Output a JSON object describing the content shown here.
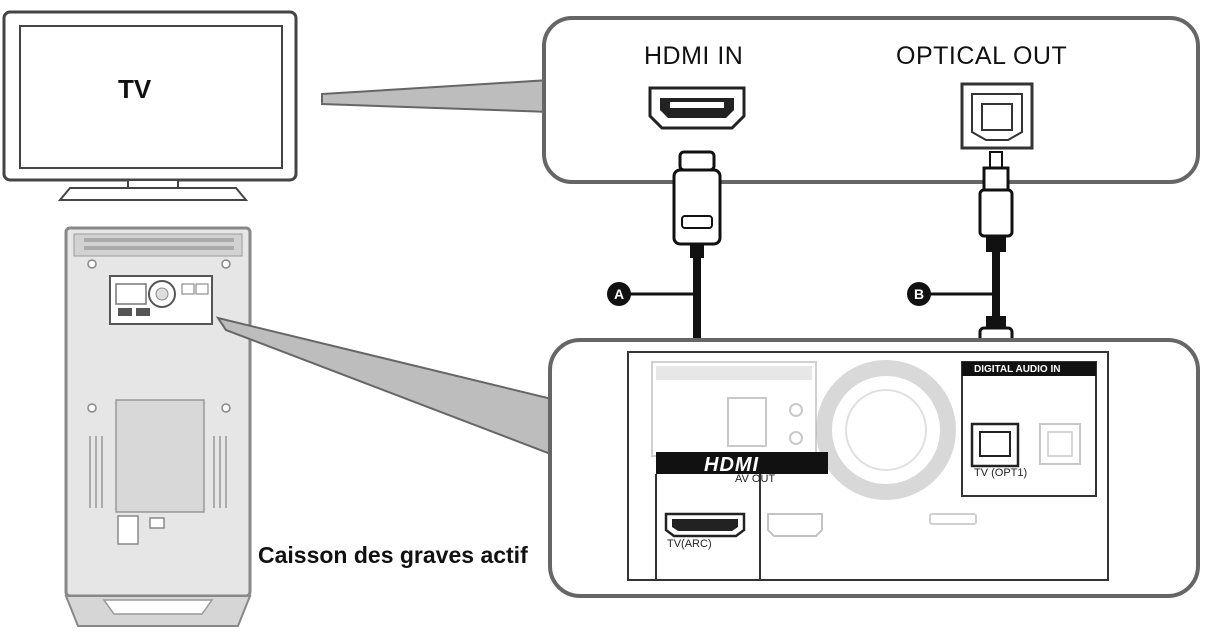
{
  "tv": {
    "label": "TV"
  },
  "tv_panel": {
    "hdmi_in_label": "HDMI IN",
    "optical_out_label": "OPTICAL OUT"
  },
  "subwoofer": {
    "label": "Caisson des graves actif",
    "panel": {
      "hdmi_logo": "HDMI",
      "av_out_label": "AV OUT",
      "tv_arc_label": "TV(ARC)",
      "digital_audio_in_label": "DIGITAL AUDIO IN",
      "tv_opt_label": "TV (OPT1)"
    }
  },
  "cables": [
    {
      "marker": "A",
      "type": "HDMI"
    },
    {
      "marker": "B",
      "type": "optical"
    }
  ]
}
